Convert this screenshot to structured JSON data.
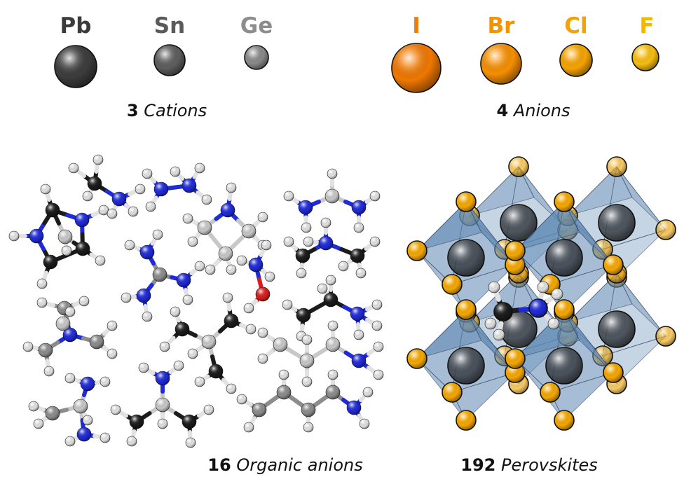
{
  "cations": {
    "items": [
      {
        "symbol": "Pb",
        "color": "#3d3d3d",
        "label_color": "#3b3b3b"
      },
      {
        "symbol": "Sn",
        "color": "#5e5e5e",
        "label_color": "#5a5a5a"
      },
      {
        "symbol": "Ge",
        "color": "#8a8a8a",
        "label_color": "#8d8d8d"
      }
    ],
    "count": "3",
    "caption": "Cations"
  },
  "anions": {
    "items": [
      {
        "symbol": "I",
        "color": "#f07800",
        "label_color": "#f07e00"
      },
      {
        "symbol": "Br",
        "color": "#f68f00",
        "label_color": "#f59200"
      },
      {
        "symbol": "Cl",
        "color": "#f6a400",
        "label_color": "#f5a300"
      },
      {
        "symbol": "F",
        "color": "#f7be10",
        "label_color": "#f5b800"
      }
    ],
    "count": "4",
    "caption": "Anions"
  },
  "organics": {
    "count": "16",
    "caption": "Organic anions"
  },
  "perovskites": {
    "count": "192",
    "caption": "Perovskites"
  },
  "atom_colors": {
    "carbon_black": "#1b1b1b",
    "carbon_grey": "#8c8c8c",
    "carbon_light": "#c8c8c8",
    "nitrogen": "#1f2ad8",
    "oxygen": "#d81e1e",
    "hydrogen": "#e2e2e2",
    "halide": "#f5a800",
    "octahedron": "#5d86b3",
    "b_site": "#3a3f47"
  }
}
